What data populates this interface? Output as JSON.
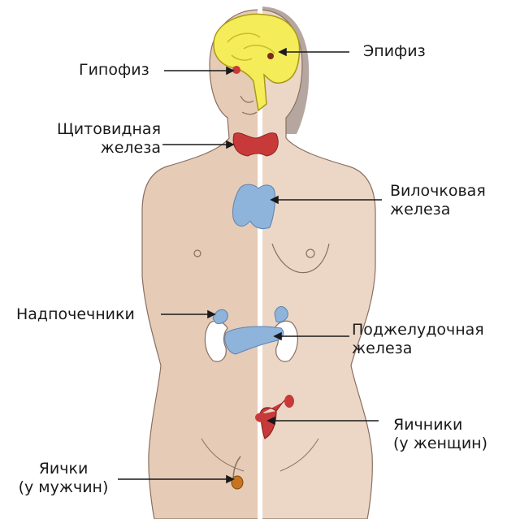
{
  "labels": {
    "pituitary": [
      "Гипофиз"
    ],
    "pineal": [
      "Эпифиз"
    ],
    "thyroid": [
      "Щитовидная",
      "железа"
    ],
    "thymus": [
      "Вилочковая",
      "железа"
    ],
    "adrenal": [
      "Надпочечники"
    ],
    "pancreas": [
      "Поджелудочная",
      "железа"
    ],
    "ovaries": [
      "Яичники",
      "(у женщин)"
    ],
    "testes": [
      "Яички",
      "(у мужчин)"
    ]
  },
  "colors": {
    "background": "#ffffff",
    "skin_male": "#e6cbb6",
    "skin_female": "#ecd7c6",
    "outline": "#8a6f61",
    "brain": "#f5ec5a",
    "brain_outline": "#a89b14",
    "gland_red": "#c83a3a",
    "gland_blue": "#8fb4dc",
    "kidney": "#ffffff",
    "pineal_dark": "#7a2a1c",
    "pointer": "#1a1a1a",
    "hair": "#b5a7a0"
  }
}
